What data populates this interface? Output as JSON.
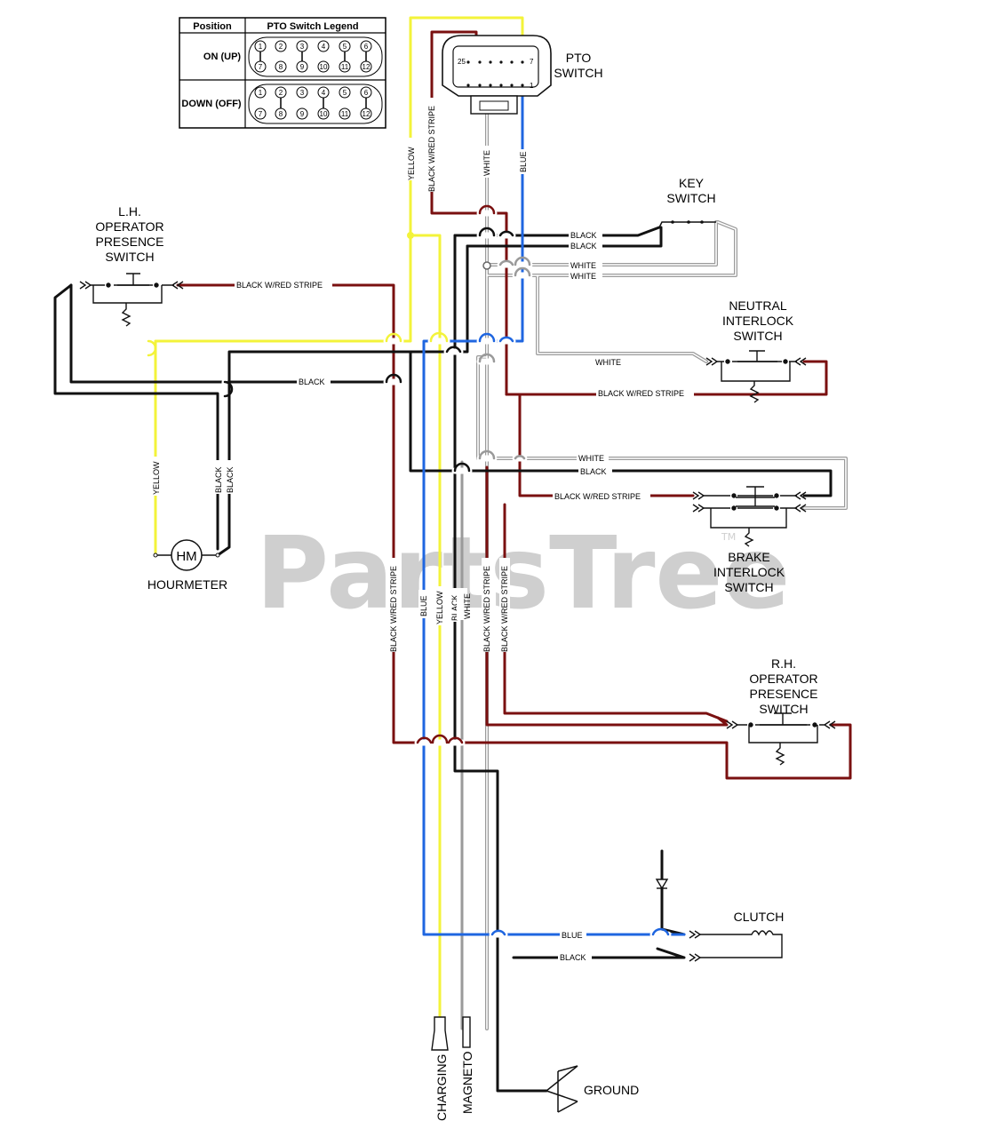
{
  "colors": {
    "yellow": "#f3f33a",
    "black": "#111111",
    "red_stripe": "#7a1010",
    "white_wire": "#9a9a9a",
    "blue": "#1f66e0",
    "watermark": "#cfcfcf"
  },
  "legend": {
    "col_position": "Position",
    "col_title": "PTO Switch Legend",
    "row_on": "ON (UP)",
    "row_off": "DOWN (OFF)",
    "pins_top": [
      "1",
      "2",
      "3",
      "4",
      "5",
      "6"
    ],
    "pins_bottom": [
      "7",
      "8",
      "9",
      "10",
      "11",
      "12"
    ]
  },
  "components": {
    "pto_switch": [
      "PTO",
      "SWITCH"
    ],
    "pto_connector_pins": {
      "left": "25",
      "right": "7",
      "right_low": "1"
    },
    "key_switch": [
      "KEY",
      "SWITCH"
    ],
    "lh_presence": [
      "L.H.",
      "OPERATOR",
      "PRESENCE",
      "SWITCH"
    ],
    "neutral_interlock": [
      "NEUTRAL",
      "INTERLOCK",
      "SWITCH"
    ],
    "brake_interlock": [
      "BRAKE",
      "INTERLOCK",
      "SWITCH"
    ],
    "rh_presence": [
      "R.H.",
      "OPERATOR",
      "PRESENCE",
      "SWITCH"
    ],
    "hourmeter_symbol": "HM",
    "hourmeter": "HOURMETER",
    "clutch": "CLUTCH",
    "ground": "GROUND",
    "charging": "CHARGING",
    "magneto": "MAGNETO"
  },
  "wire_labels": {
    "yellow": "YELLOW",
    "black_red": "BLACK W/RED STRIPE",
    "white": "WHITE",
    "blue": "BLUE",
    "black": "BLACK"
  },
  "watermark": {
    "text": "PartsTree",
    "tm": "TM"
  }
}
